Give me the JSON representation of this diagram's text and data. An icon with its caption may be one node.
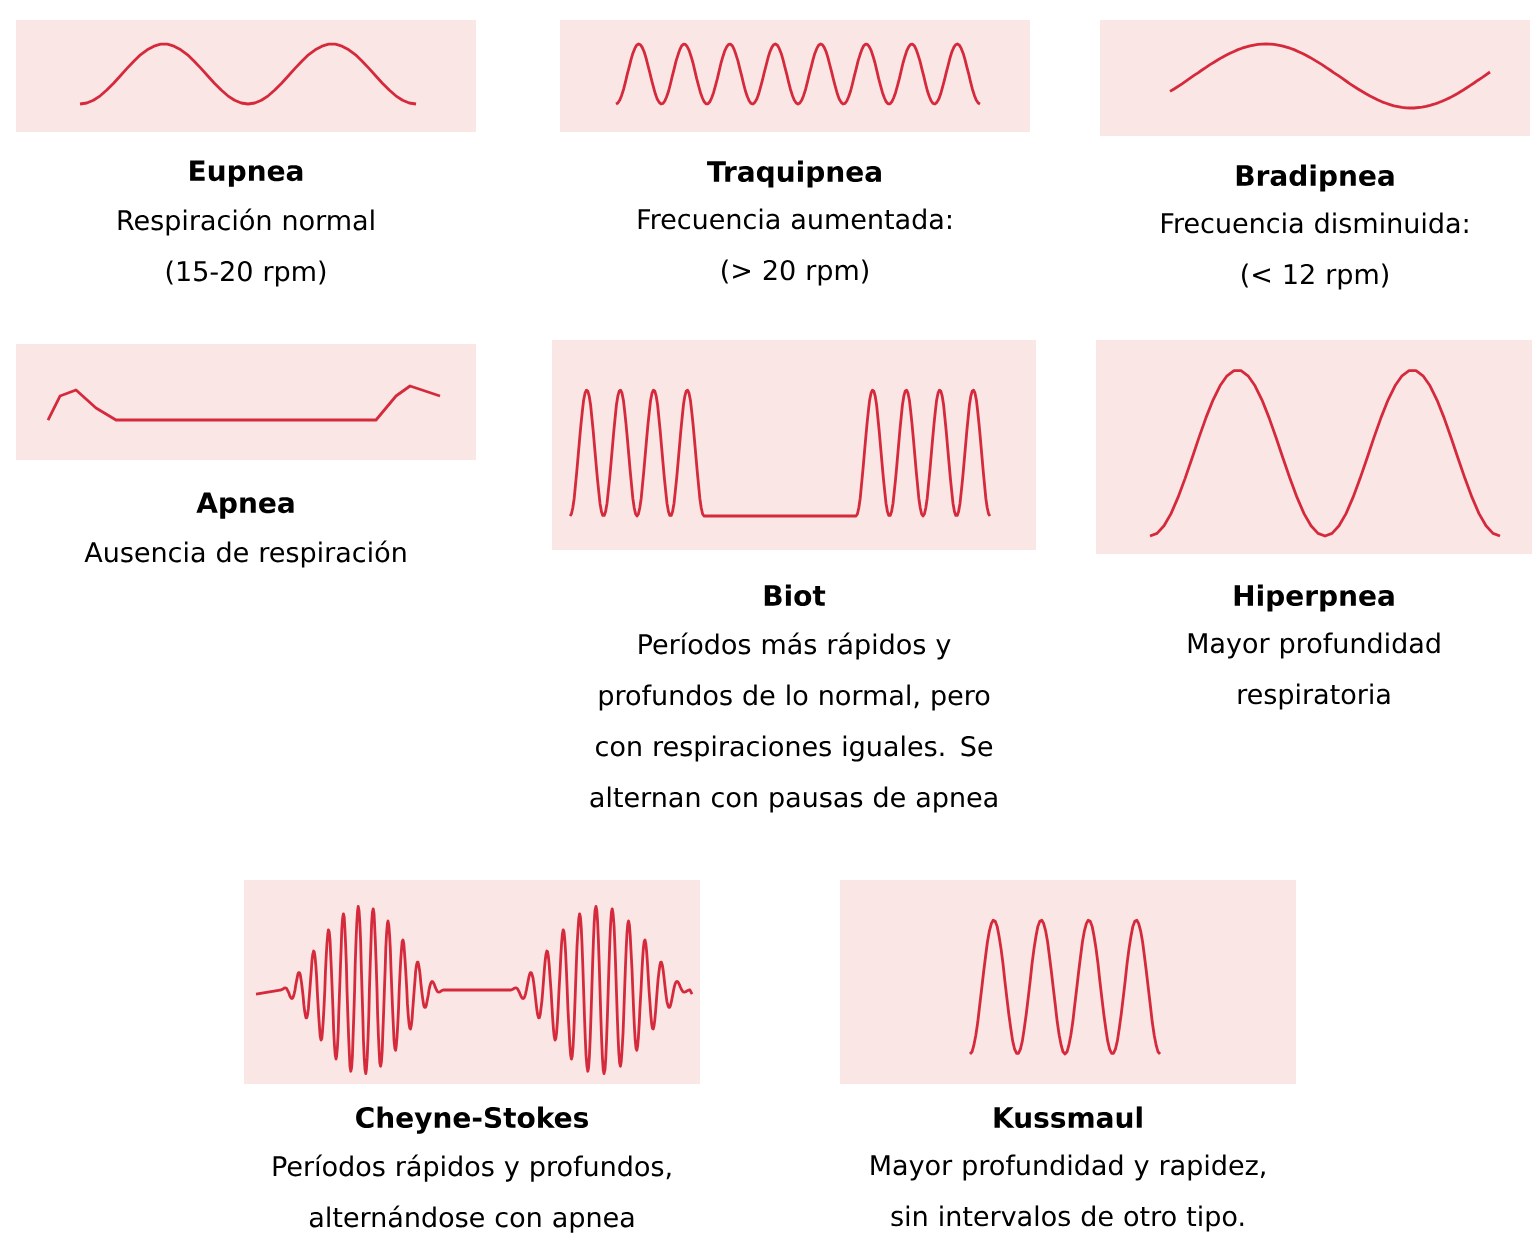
{
  "diagram": {
    "nodes": [
      {
        "text": [
          "Eupnea",
          "Respiración normal (15-20 rpm)"
        ]
      },
      {
        "text": [
          "Traquipnea",
          "Frecuencia aumentada: (> 20 rpm)"
        ]
      },
      {
        "text": [
          "Bradipnea",
          "Frecuencia disminuida: (< 12 rpm)"
        ]
      },
      {
        "text": [
          "Apnea",
          "Ausencia de respiración"
        ]
      },
      {
        "text": [
          "Biot",
          "Períodos más rápidos y profundos de lo normal, pero con respiraciones iguales. Se alternan con pausas de apnea"
        ]
      },
      {
        "text": [
          "Hiperpnea",
          "Mayor profundidad respiratoria"
        ]
      },
      {
        "text": [
          "Cheyne-Stokes",
          "Períodos rápidos y profundos, alternándose con apnea"
        ]
      },
      {
        "text": [
          "Kussmaul",
          "Mayor profundidad y rapidez, sin intervalos de otro tipo."
        ]
      }
    ]
  }
}
